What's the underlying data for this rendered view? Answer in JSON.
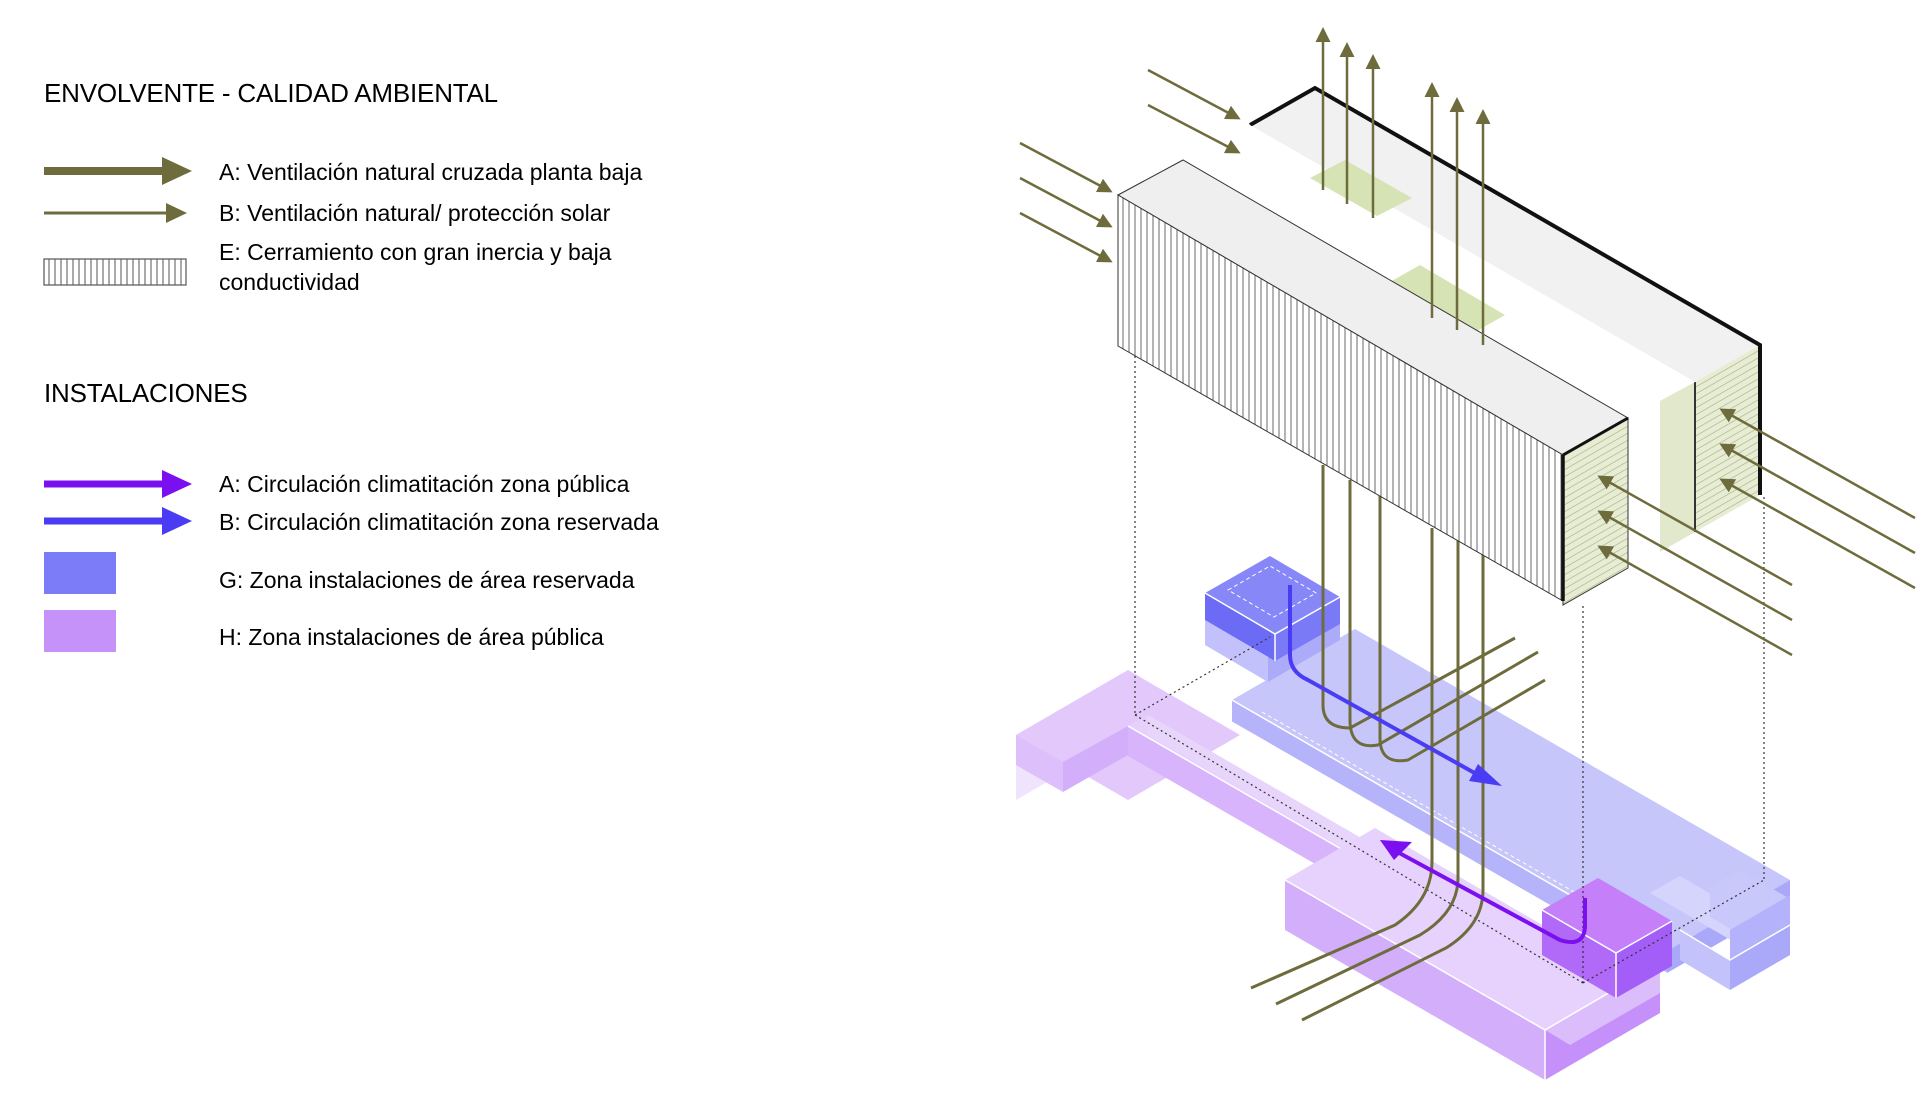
{
  "legend": {
    "envolvente": {
      "heading": "ENVOLVENTE - CALIDAD AMBIENTAL",
      "items": [
        {
          "label": "A: Ventilación natural cruzada planta baja",
          "icon": "thick-olive-arrow-icon"
        },
        {
          "label": "B: Ventilación natural/ protección solar",
          "icon": "thin-olive-arrow-icon"
        },
        {
          "label": "E: Cerramiento con gran inercia y baja conductividad",
          "icon": "hatched-wall-icon"
        }
      ]
    },
    "instalaciones": {
      "heading": "INSTALACIONES",
      "items": [
        {
          "label": "A: Circulación climatitación zona pública",
          "icon": "violet-arrow-icon"
        },
        {
          "label": "B: Circulación climatitación zona reservada",
          "icon": "blue-arrow-icon"
        },
        {
          "label": "G: Zona instalaciones de área reservada",
          "icon": "blue-zone-swatch"
        },
        {
          "label": "H: Zona instalaciones de área pública",
          "icon": "lilac-zone-swatch"
        }
      ]
    }
  },
  "colors": {
    "olive": "#6e6c3c",
    "violet_arrow": "#7a10f0",
    "blue_arrow": "#4a3cf2",
    "zone_reserved": "#7c7cf8",
    "zone_public": "#c592fa",
    "roof": "#f0f0f0",
    "glass": "#e7ecd4",
    "skylight": "#d6e3b4"
  }
}
